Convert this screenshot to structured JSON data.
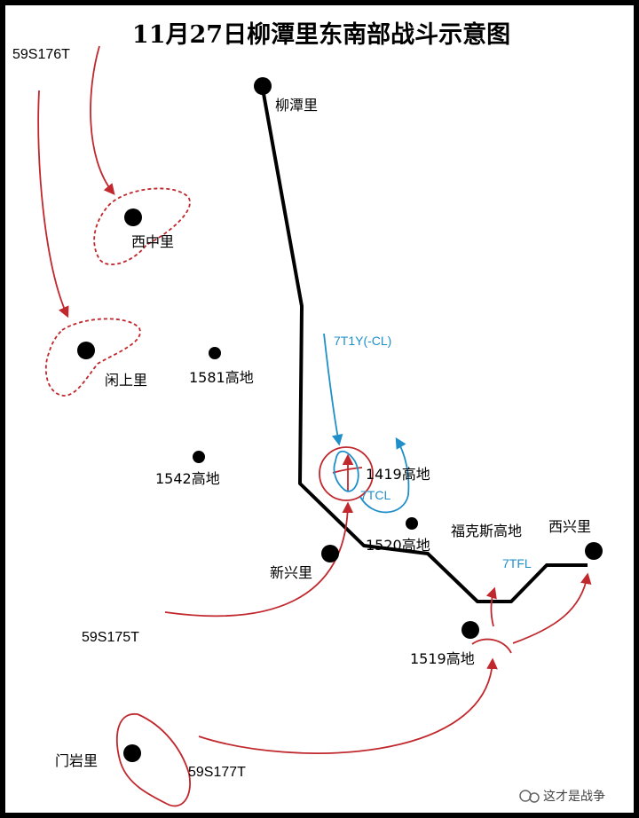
{
  "title": "11月27日柳潭里东南部战斗示意图",
  "places": {
    "liutanli": "柳潭里",
    "xizhongli": "西中里",
    "xianshangli": "闲上里",
    "h1581": "1581高地",
    "h1542": "1542高地",
    "h1419": "1419高地",
    "h1520": "1520高地",
    "fukesi": "福克斯高地",
    "xixingli": "西兴里",
    "xinxingli": "新兴里",
    "h1519": "1519高地",
    "menyanli": "门岩里"
  },
  "units": {
    "u176": "59S176T",
    "u175": "59S175T",
    "u177": "59S177T",
    "blue_7t1y": "7T1Y(-CL)",
    "blue_7tcl": "7TCL",
    "blue_7tfl": "7TFL"
  },
  "watermark": "这才是战争",
  "colors": {
    "red": "#c0282d",
    "blue": "#1f8fc9",
    "road": "#000000"
  }
}
